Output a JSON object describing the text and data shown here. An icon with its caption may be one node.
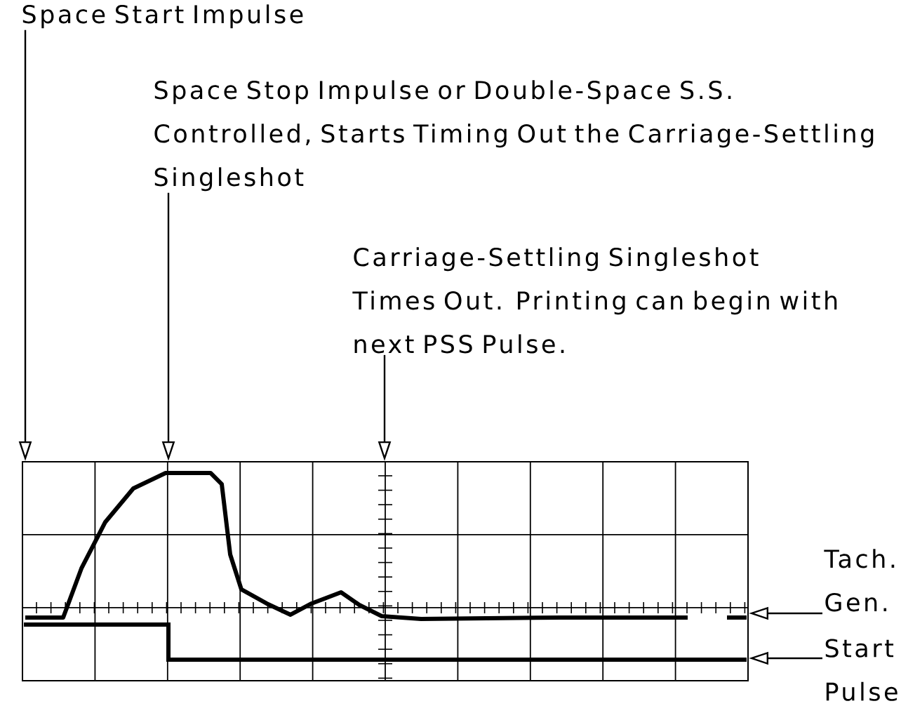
{
  "diagram": {
    "nodes": [
      {
        "text": [
          "Space Start Impulse"
        ]
      },
      {
        "text": [
          "Space Stop Impulse or Double-Space S.S. Controlled, Starts Timing Out the Carriage-Settling Singleshot"
        ]
      },
      {
        "text": [
          "Carriage-Settling Singleshot Times Out. Printing can begin with next PSS Pulse."
        ]
      },
      {
        "text": [],
        "shape": "picture"
      },
      {
        "text": [
          "Tach. Gen."
        ]
      },
      {
        "text": [
          "Start Pulse"
        ]
      }
    ],
    "edges": [
      {
        "from": 0,
        "to": 3,
        "arrow": "to"
      },
      {
        "from": 1,
        "to": 3,
        "arrow": "to"
      },
      {
        "from": 2,
        "to": 3,
        "arrow": "to"
      },
      {
        "from": 4,
        "to": 3,
        "arrow": "to"
      },
      {
        "from": 5,
        "to": 3,
        "arrow": "to"
      }
    ]
  }
}
